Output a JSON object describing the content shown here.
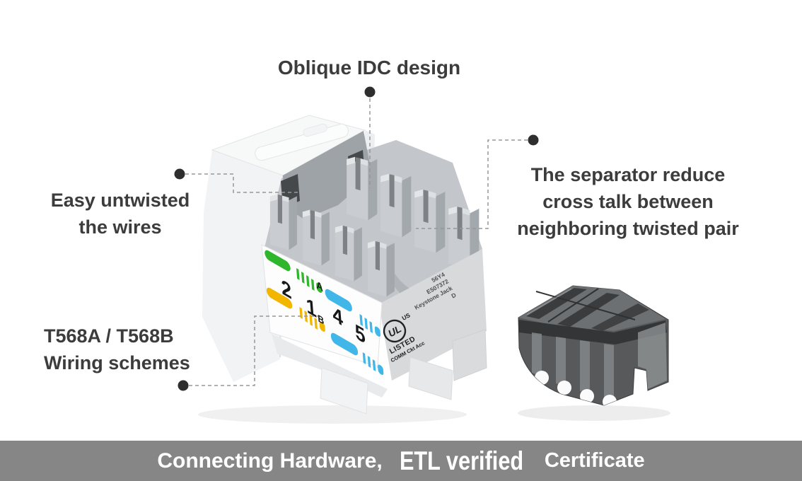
{
  "annotations": {
    "oblique": "Oblique IDC design",
    "easy_line1": "Easy untwisted",
    "easy_line2": "the wires",
    "separator_line1": "The separator reduce",
    "separator_line2": "cross talk between",
    "separator_line3": "neighboring twisted pair",
    "wiring_line1": "T568A / T568B",
    "wiring_line2": "Wiring schemes"
  },
  "jack_label": {
    "numbers": [
      "2",
      "1",
      "4",
      "5"
    ],
    "pair_a": "A",
    "pair_b": "B",
    "ul_mark": "UL",
    "ul_region": "US",
    "ul_listed": "LISTED",
    "ul_comm": "COMM Ckt Acc",
    "side_line1": "56Y4",
    "side_line2": "E507372",
    "side_line3": "Keystone Jack",
    "side_line4": "D"
  },
  "banner": {
    "prefix": "Connecting Hardware,",
    "highlight": "ETL verified",
    "suffix": "Certificate",
    "background": "#868686",
    "text_color": "#ffffff"
  },
  "colors": {
    "text": "#3c3c3c",
    "leader_line": "#979797",
    "leader_dot": "#2e2e2e",
    "green": "#2fb62c",
    "yellow": "#f2b500",
    "blue": "#41b6e8"
  }
}
